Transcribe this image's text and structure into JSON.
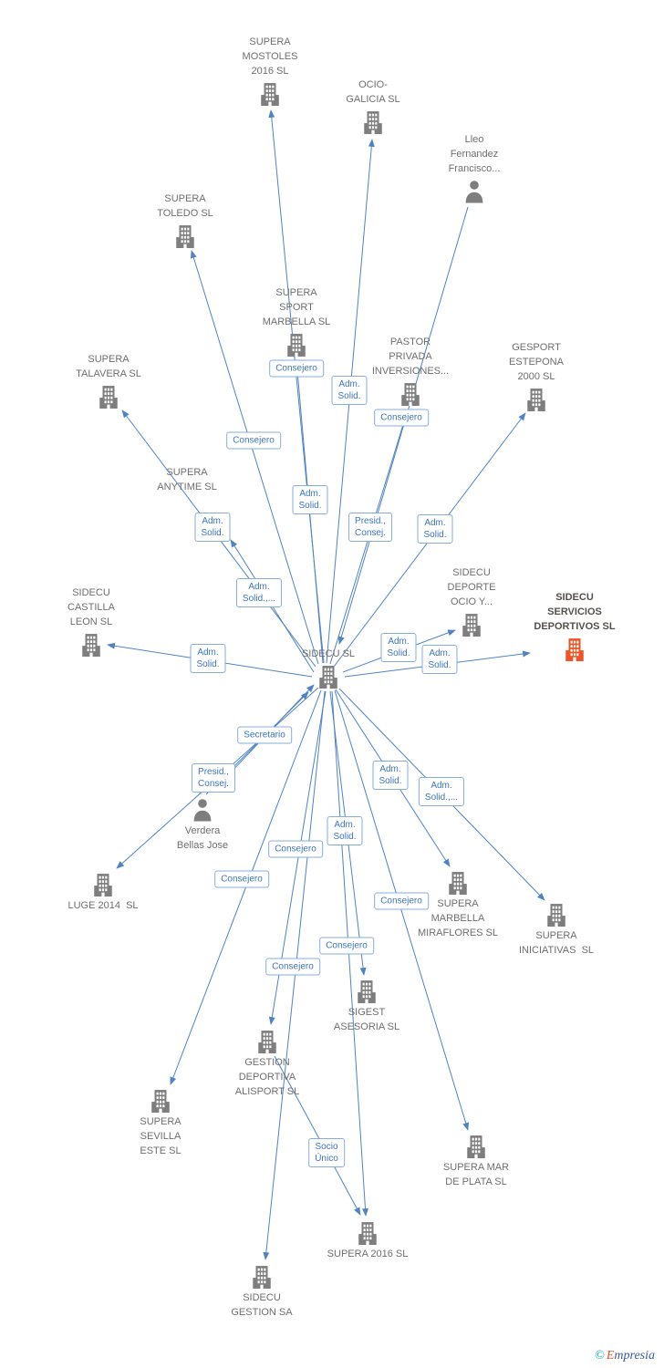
{
  "diagram": {
    "watermark": {
      "symbol": "©",
      "brand_initial": "E",
      "brand_rest": "mpresia"
    },
    "colors": {
      "edge_blue": "#4F83C4",
      "node_gray": "#7E7E7E",
      "highlight_orange": "#EE5426",
      "edge_label_text": "#3E74BE",
      "edge_label_border": "#87ACDC",
      "node_text": "#6E6E6E"
    },
    "nodes": [
      {
        "id": "supera-mostoles-2016-sl",
        "type": "company",
        "label": "SUPERA\nMOSTOLES\n2016 SL"
      },
      {
        "id": "ocio-galicia-sl",
        "type": "company",
        "label": "OCIO-\nGALICIA SL"
      },
      {
        "id": "lleo-fernandez-francisco",
        "type": "person",
        "label": "Lleo\nFernandez\nFrancisco..."
      },
      {
        "id": "supera-toledo-sl",
        "type": "company",
        "label": "SUPERA\nTOLEDO SL"
      },
      {
        "id": "supera-sport-marbella-sl",
        "type": "company",
        "label": "SUPERA\nSPORT\nMARBELLA SL"
      },
      {
        "id": "pastor-privada-inversiones",
        "type": "company",
        "label": "PASTOR\nPRIVADA\nINVERSIONES..."
      },
      {
        "id": "gesport-estepona-2000-sl",
        "type": "company",
        "label": "GESPORT\nESTEPONA\n2000 SL"
      },
      {
        "id": "supera-talavera-sl",
        "type": "company",
        "label": "SUPERA\nTALAVERA SL"
      },
      {
        "id": "supera-anytime-sl",
        "type": "company",
        "label": "SUPERA\nANYTIME SL"
      },
      {
        "id": "sidecu-castilla-leon-sl",
        "type": "company",
        "label": "SIDECU\nCASTILLA\nLEON SL"
      },
      {
        "id": "sidecu-deporte-ocio-y",
        "type": "company",
        "label": "SIDECU\nDEPORTE\nOCIO Y..."
      },
      {
        "id": "sidecu-servicios-deportivos-sl",
        "type": "company",
        "label": "SIDECU\nSERVICIOS\nDEPORTIVOS SL"
      },
      {
        "id": "sidecu-sl",
        "type": "company",
        "label": "SIDECU SL"
      },
      {
        "id": "verdera-bellas-jose",
        "type": "person",
        "label": "Verdera\nBellas Jose"
      },
      {
        "id": "luge-2014-sl",
        "type": "company",
        "label": "LUGE 2014  SL"
      },
      {
        "id": "supera-marbella-miraflores-sl",
        "type": "company",
        "label": "SUPERA\nMARBELLA\nMIRAFLORES SL"
      },
      {
        "id": "supera-iniciativas-sl",
        "type": "company",
        "label": "SUPERA\nINICIATIVAS  SL"
      },
      {
        "id": "sigest-asesoria-sl",
        "type": "company",
        "label": "SIGEST\nASESORIA SL"
      },
      {
        "id": "gestion-deportiva-alisport-sl",
        "type": "company",
        "label": "GESTION\nDEPORTIVA\nALISPORT SL"
      },
      {
        "id": "supera-sevilla-este-sl",
        "type": "company",
        "label": "SUPERA\nSEVILLA\nESTE SL"
      },
      {
        "id": "supera-mar-de-plata-sl",
        "type": "company",
        "label": "SUPERA MAR\nDE PLATA SL"
      },
      {
        "id": "supera-2016-sl",
        "type": "company",
        "label": "SUPERA 2016 SL"
      },
      {
        "id": "sidecu-gestion-sa",
        "type": "company",
        "label": "SIDECU\nGESTION SA"
      }
    ],
    "edge_labels": [
      {
        "text": "Consejero"
      },
      {
        "text": "Adm.\nSolid."
      },
      {
        "text": "Consejero"
      },
      {
        "text": "Consejero"
      },
      {
        "text": "Adm.\nSolid."
      },
      {
        "text": "Presid.,\nConsej."
      },
      {
        "text": "Adm.\nSolid."
      },
      {
        "text": "Adm.\nSolid."
      },
      {
        "text": "Adm.\nSolid.,..."
      },
      {
        "text": "Adm.\nSolid."
      },
      {
        "text": "Adm.\nSolid."
      },
      {
        "text": "Adm.\nSolid."
      },
      {
        "text": "Secretario"
      },
      {
        "text": "Presid.,\nConsej."
      },
      {
        "text": "Adm.\nSolid."
      },
      {
        "text": "Adm.\nSolid.,..."
      },
      {
        "text": "Adm.\nSolid."
      },
      {
        "text": "Consejero"
      },
      {
        "text": "Consejero"
      },
      {
        "text": "Consejero"
      },
      {
        "text": "Consejero"
      },
      {
        "text": "Consejero"
      },
      {
        "text": "Socio\nÚnico"
      }
    ]
  }
}
